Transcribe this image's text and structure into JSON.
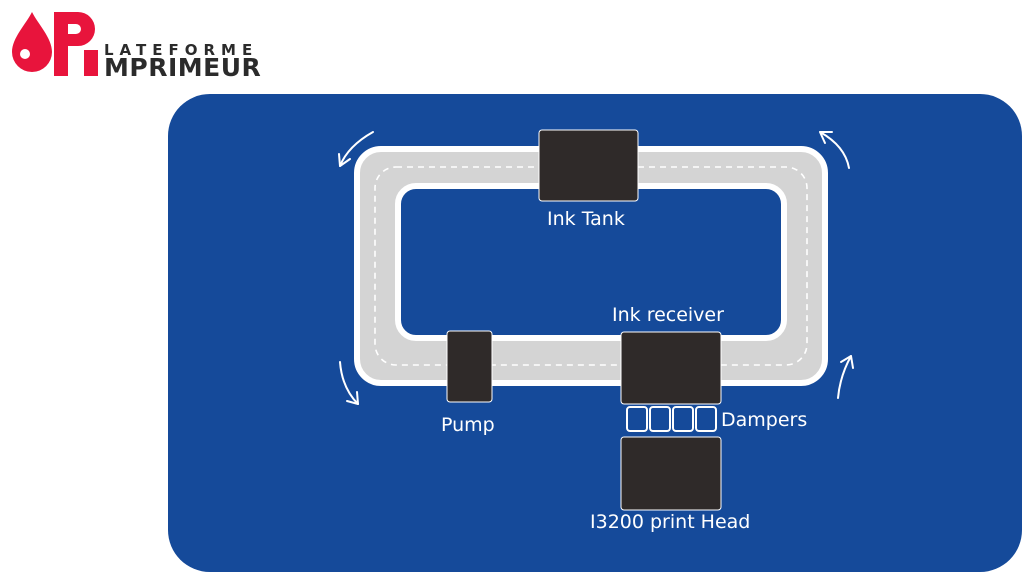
{
  "brand": {
    "logo_letters": "PI",
    "line1": "LATEFORME",
    "line2": "MPRIMEUR",
    "colors": {
      "accent": "#e8143c",
      "text": "#2b2b2b"
    }
  },
  "diagram": {
    "colors": {
      "panel": "#154a9a",
      "loop_fill": "#d4d4d4",
      "component": "#2f2a29"
    },
    "labels": {
      "ink_tank": "Ink Tank",
      "ink_receiver": "Ink receiver",
      "pump": "Pump",
      "dampers": "Dampers",
      "print_head": "I3200 print Head"
    },
    "flow_arrows": 4,
    "damper_count": 4
  }
}
